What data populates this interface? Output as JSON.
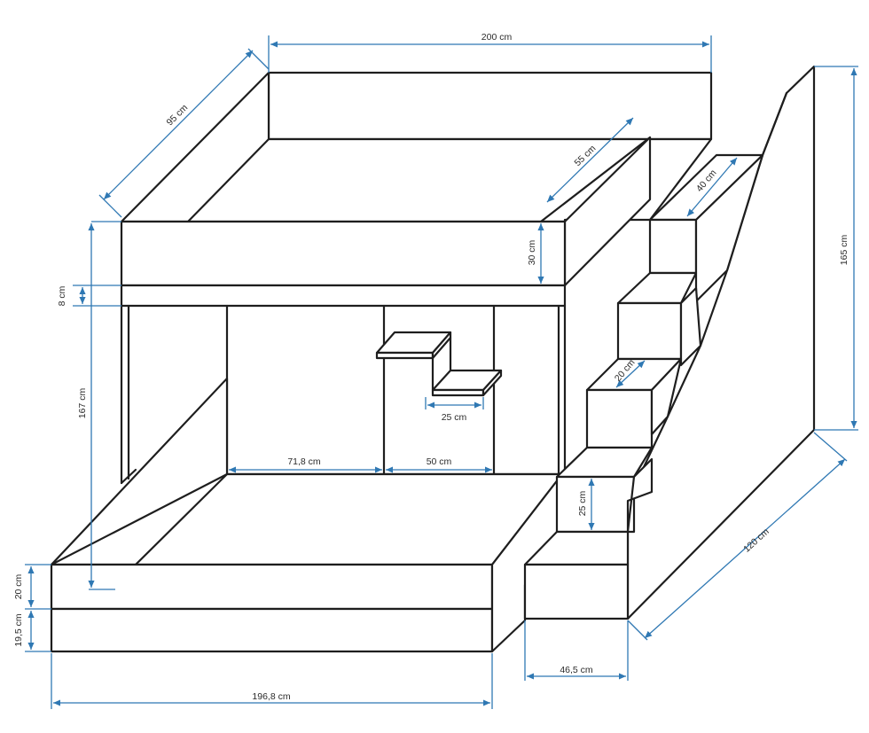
{
  "colors": {
    "outline": "#1e1e1e",
    "dimension_line": "#2f78b3",
    "background": "#ffffff"
  },
  "dimensions": {
    "top_width": "200 cm",
    "top_depth": "95 cm",
    "rail_depth": "55 cm",
    "step_top_depth": "40 cm",
    "total_height": "165 cm",
    "rail_height": "30 cm",
    "slab_thickness": "8 cm",
    "lower_height": "167 cm",
    "shelf_depth": "25 cm",
    "step_rise": "20 cm",
    "bottom_step_height": "25 cm",
    "lower_bay_width": "71,8 cm",
    "shelf_bay_width": "50 cm",
    "stair_depth": "120 cm",
    "drawer_height_top": "20 cm",
    "drawer_height_bottom": "19,5 cm",
    "bottom_width": "196,8 cm",
    "stair_width": "46,5 cm"
  }
}
